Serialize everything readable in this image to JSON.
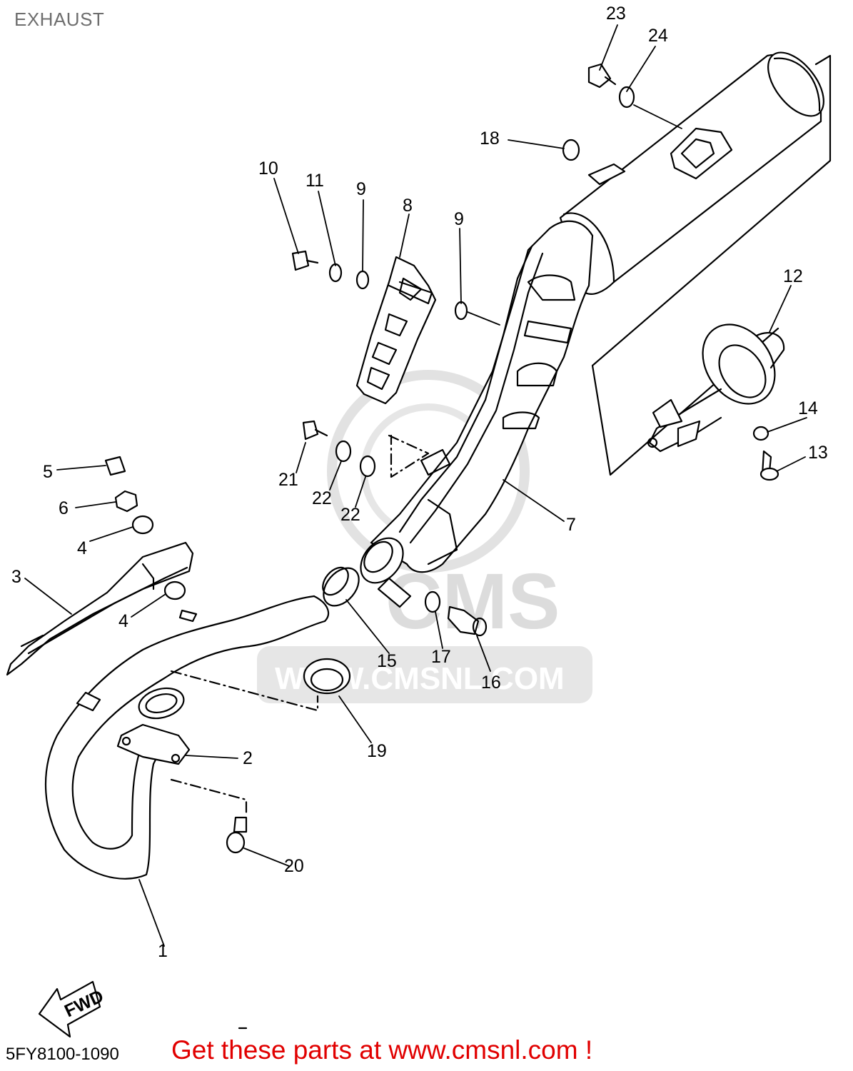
{
  "title": "EXHAUST",
  "diagram_code": "5FY8100-1090",
  "promo_text": "Get these parts at www.cmsnl.com !",
  "watermark": {
    "brand": "CMS",
    "url": "WWW.CMSNL.COM"
  },
  "fwd_label": "FWD",
  "parts": [
    {
      "id": "p1",
      "label": "1"
    },
    {
      "id": "p2",
      "label": "2"
    },
    {
      "id": "p3",
      "label": "3"
    },
    {
      "id": "p4a",
      "label": "4"
    },
    {
      "id": "p4b",
      "label": "4"
    },
    {
      "id": "p5",
      "label": "5"
    },
    {
      "id": "p6",
      "label": "6"
    },
    {
      "id": "p7",
      "label": "7"
    },
    {
      "id": "p8",
      "label": "8"
    },
    {
      "id": "p9a",
      "label": "9"
    },
    {
      "id": "p9b",
      "label": "9"
    },
    {
      "id": "p10",
      "label": "10"
    },
    {
      "id": "p11",
      "label": "11"
    },
    {
      "id": "p12",
      "label": "12"
    },
    {
      "id": "p13",
      "label": "13"
    },
    {
      "id": "p14",
      "label": "14"
    },
    {
      "id": "p15",
      "label": "15"
    },
    {
      "id": "p16",
      "label": "16"
    },
    {
      "id": "p17",
      "label": "17"
    },
    {
      "id": "p18",
      "label": "18"
    },
    {
      "id": "p19",
      "label": "19"
    },
    {
      "id": "p20",
      "label": "20"
    },
    {
      "id": "p21",
      "label": "21"
    },
    {
      "id": "p22a",
      "label": "22"
    },
    {
      "id": "p22b",
      "label": "22"
    },
    {
      "id": "p23",
      "label": "23"
    },
    {
      "id": "p24",
      "label": "24"
    }
  ],
  "colors": {
    "line": "#000000",
    "watermark": "#dcdcdc",
    "promo": "#e10000",
    "title": "#6e6e6e"
  }
}
